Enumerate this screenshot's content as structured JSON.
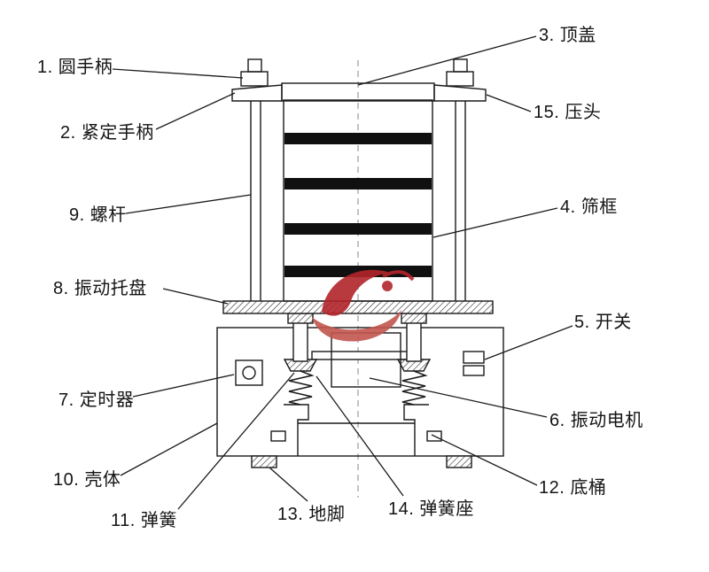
{
  "diagram": {
    "labels": [
      {
        "text": "1. 圆手柄",
        "part": "round-handle"
      },
      {
        "text": "2. 紧定手柄",
        "part": "set-handle"
      },
      {
        "text": "3. 顶盖",
        "part": "top-cover"
      },
      {
        "text": "4. 筛框",
        "part": "sieve-frame"
      },
      {
        "text": "5. 开关",
        "part": "switch"
      },
      {
        "text": "6. 振动电机",
        "part": "vibration-motor"
      },
      {
        "text": "7. 定时器",
        "part": "timer"
      },
      {
        "text": "8. 振动托盘",
        "part": "vibration-tray"
      },
      {
        "text": "9. 螺杆",
        "part": "screw-rod"
      },
      {
        "text": "10. 壳体",
        "part": "housing"
      },
      {
        "text": "11. 弹簧",
        "part": "spring"
      },
      {
        "text": "12. 底桶",
        "part": "bottom-barrel"
      },
      {
        "text": "13. 地脚",
        "part": "anchor-foot"
      },
      {
        "text": "14. 弹簧座",
        "part": "spring-seat"
      },
      {
        "text": "15. 压头",
        "part": "press-head"
      }
    ],
    "colors": {
      "line": "#1a1a1a",
      "centerline": "#9b9b9b",
      "logo_red": "#b2252a",
      "logo_light_red": "#c2554e",
      "background": "#ffffff"
    }
  }
}
